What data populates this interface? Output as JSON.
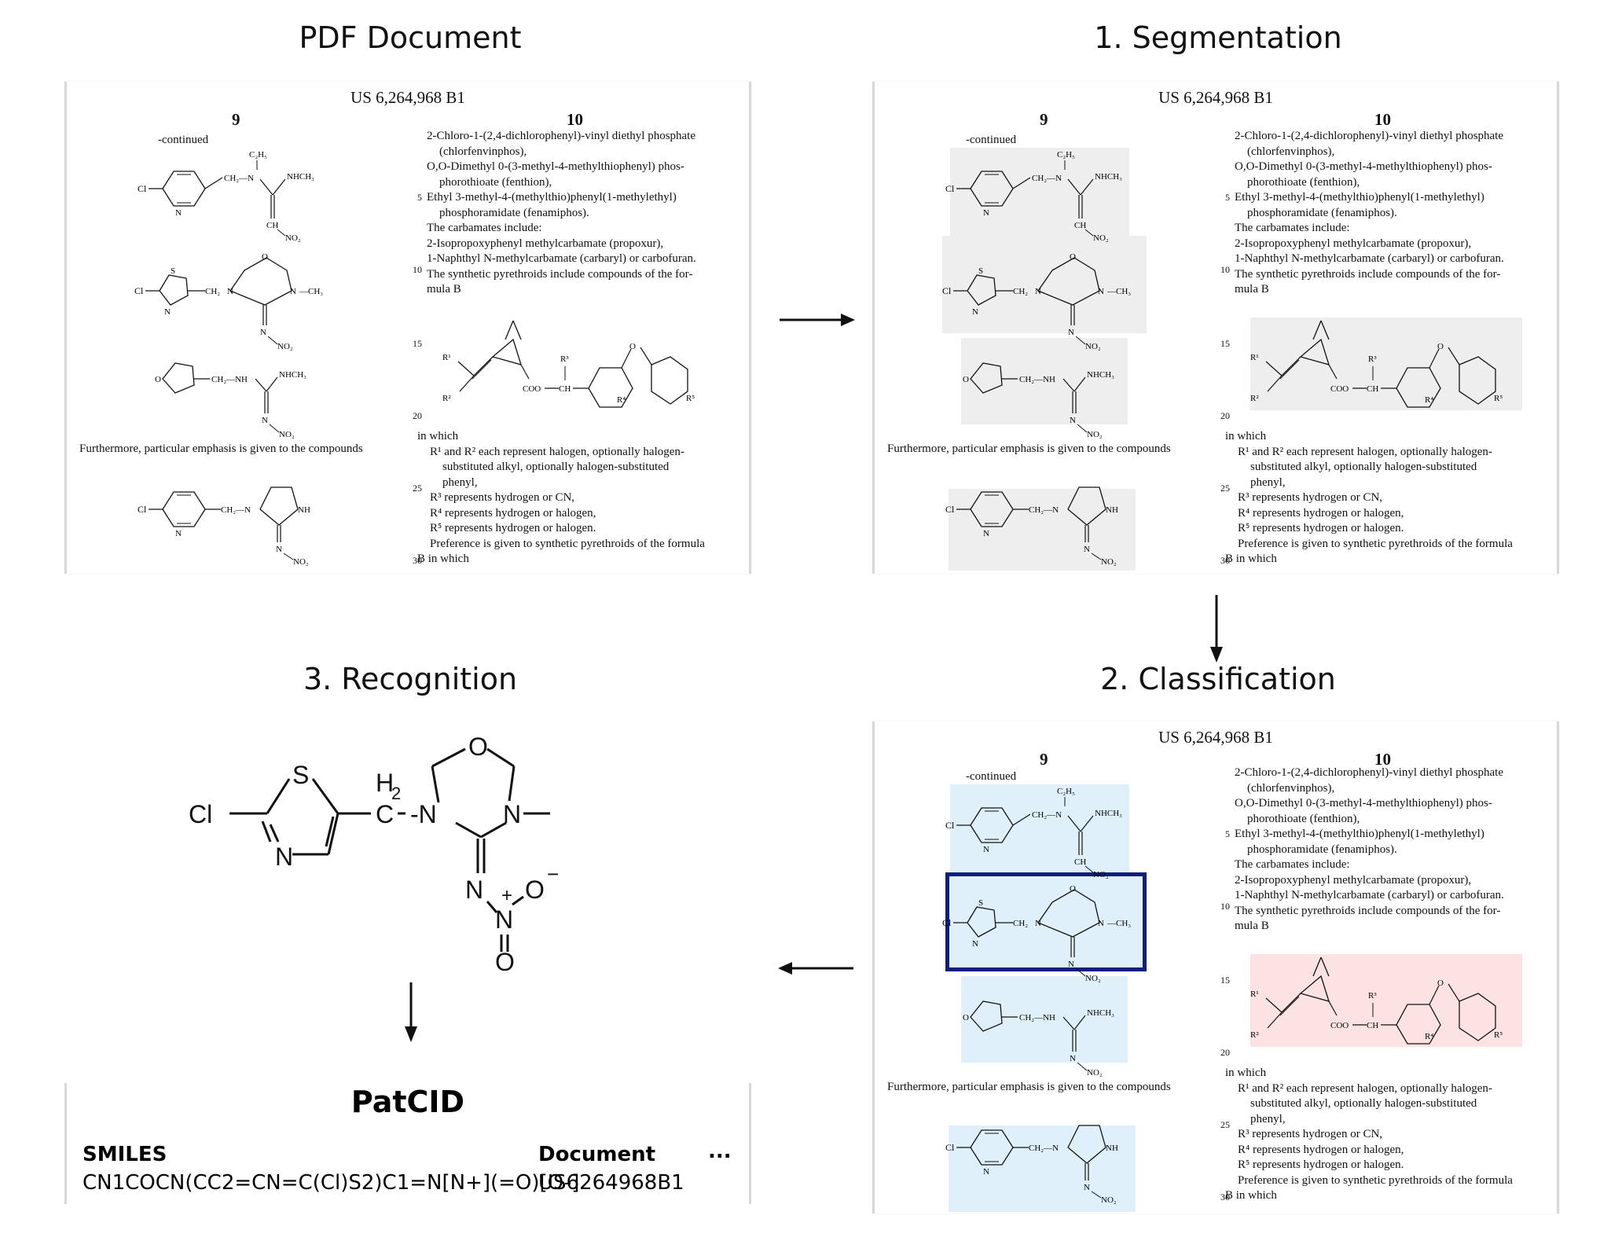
{
  "titles": {
    "pdf": "PDF Document",
    "seg": "1. Segmentation",
    "cls": "2. Classification",
    "rec": "3. Recognition"
  },
  "page": {
    "header": "US 6,264,968 B1",
    "col_left": "9",
    "col_right": "10",
    "continued": "-continued",
    "furthermore": "Furthermore, particular emphasis is given to the compounds",
    "line_numbers": [
      "5",
      "10",
      "15",
      "20",
      "25",
      "30"
    ],
    "text_top": [
      "2-Chloro-1-(2,4-dichlorophenyl)-vinyl diethyl phosphate",
      "(chlorfenvinphos),",
      "O,O-Dimethyl 0-(3-methyl-4-methylthiophenyl) phos-",
      "phorothioate (fenthion),",
      "Ethyl 3-methyl-4-(methylthio)phenyl(1-methylethyl)",
      "phosphoramidate (fenamiphos).",
      "The carbamates include:",
      "2-Isopropoxyphenyl methylcarbamate (propoxur),",
      "1-Naphthyl N-methylcarbamate (carbaryl) or carbofuran.",
      "The synthetic pyrethroids include compounds of the for-",
      "mula B"
    ],
    "text_bottom": [
      "in which",
      "R¹ and R² each represent halogen, optionally halogen-",
      "substituted alkyl, optionally halogen-substituted",
      "phenyl,",
      "R³ represents hydrogen or CN,",
      "R⁴ represents hydrogen or halogen,",
      "R⁵ represents hydrogen or halogen.",
      "Preference is given to synthetic pyrethroids of the formula",
      "B in which"
    ],
    "mol_labels": {
      "cl": "Cl",
      "ch2n": "CH₂—N",
      "c2h5": "C₂H₅",
      "nhch3": "NHCH₃",
      "ch": "CH",
      "no2": "NO₂",
      "n": "N",
      "s": "S",
      "o": "O",
      "ch2": "CH₂",
      "ch3": "—CH₃",
      "nh": "NH",
      "ch2nh": "CH₂—NH",
      "coo": "COO",
      "chh": "CH",
      "r1": "R¹",
      "r2": "R²",
      "r3": "R³",
      "r4": "R⁴",
      "r5": "R⁵"
    }
  },
  "recognition": {
    "atoms": {
      "cl": "Cl",
      "s": "S",
      "n_ring": "N",
      "h2": "H",
      "h2_sub": "2",
      "c": "C",
      "n1": "-N",
      "n2": "N",
      "o_top": "O",
      "n_eq": "N",
      "n_plus": "N",
      "plus": "+",
      "o_minus": "O",
      "minus": "−",
      "o_bottom": "O"
    }
  },
  "patcid": {
    "title": "PatCID",
    "smiles_header": "SMILES",
    "document_header": "Document",
    "ellipsis": "...",
    "smiles_value": "CN1COCN(CC2=CN=C(Cl)S2)C1=N[N+](=O)[O-]",
    "document_value": "US6264968B1"
  },
  "colors": {
    "segmentation_box": "#eeeeee",
    "classification_molecule": "#dff0fb",
    "classification_markush": "#fde2e4",
    "selected_outline": "#0d1f7a"
  }
}
